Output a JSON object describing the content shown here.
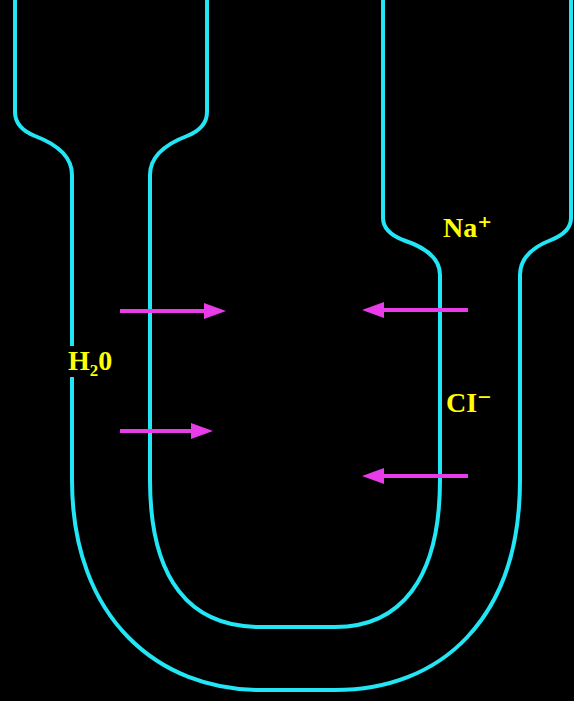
{
  "diagram": {
    "labels": [
      "Na⁺",
      "H₂0",
      "CI⁻"
    ]
  }
}
